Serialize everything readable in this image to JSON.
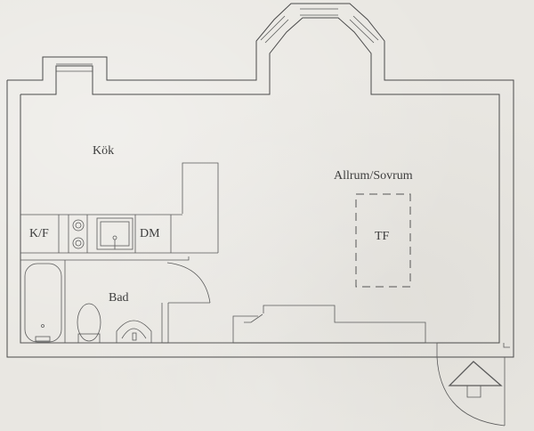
{
  "plan": {
    "rooms": {
      "kitchen": "Kök",
      "living": "Allrum/Sovrum",
      "bathroom": "Bad"
    },
    "fixtures": {
      "fridge_freezer": "K/F",
      "dishwasher": "DM",
      "wardrobe": "TF"
    },
    "colors": {
      "paper": "#e9e7e2",
      "ink": "#4a4a4a"
    },
    "icons": [
      "entrance-arrow-icon",
      "stove-icon",
      "sink-icon",
      "bathtub-icon",
      "toilet-icon",
      "washbasin-icon"
    ]
  }
}
